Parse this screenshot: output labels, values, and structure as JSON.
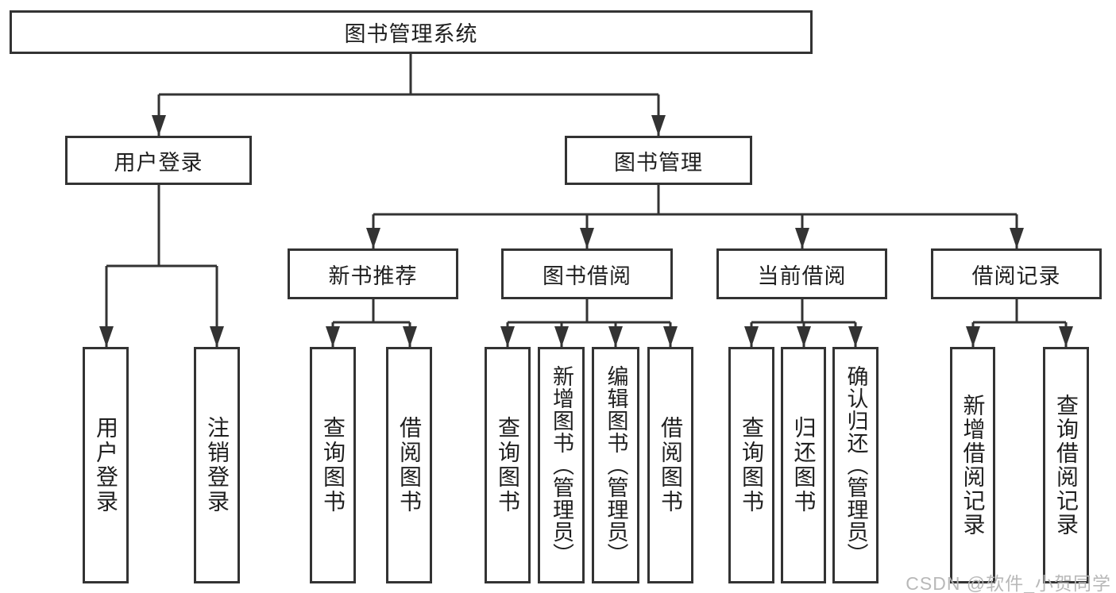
{
  "root": {
    "label": "图书管理系统"
  },
  "branches": [
    {
      "label": "用户登录",
      "leaves": [
        {
          "label": "用户登录"
        },
        {
          "label": "注销登录"
        }
      ]
    },
    {
      "label": "图书管理",
      "sections": [
        {
          "label": "新书推荐",
          "leaves": [
            {
              "label": "查询图书"
            },
            {
              "label": "借阅图书"
            }
          ]
        },
        {
          "label": "图书借阅",
          "leaves": [
            {
              "label": "查询图书"
            },
            {
              "label": "新增图书（管理员）"
            },
            {
              "label": "编辑图书（管理员）"
            },
            {
              "label": "借阅图书"
            }
          ]
        },
        {
          "label": "当前借阅",
          "leaves": [
            {
              "label": "查询图书"
            },
            {
              "label": "归还图书"
            },
            {
              "label": "确认归还（管理员）"
            }
          ]
        },
        {
          "label": "借阅记录",
          "leaves": [
            {
              "label": "新增借阅记录"
            },
            {
              "label": "查询借阅记录"
            }
          ]
        }
      ]
    }
  ],
  "watermark": {
    "text": "CSDN @软件_小贺同学"
  },
  "colors": {
    "line": "#333333",
    "box_background": "#ffffff",
    "text": "#1f1f1f",
    "watermark": "#b5b5b5"
  }
}
